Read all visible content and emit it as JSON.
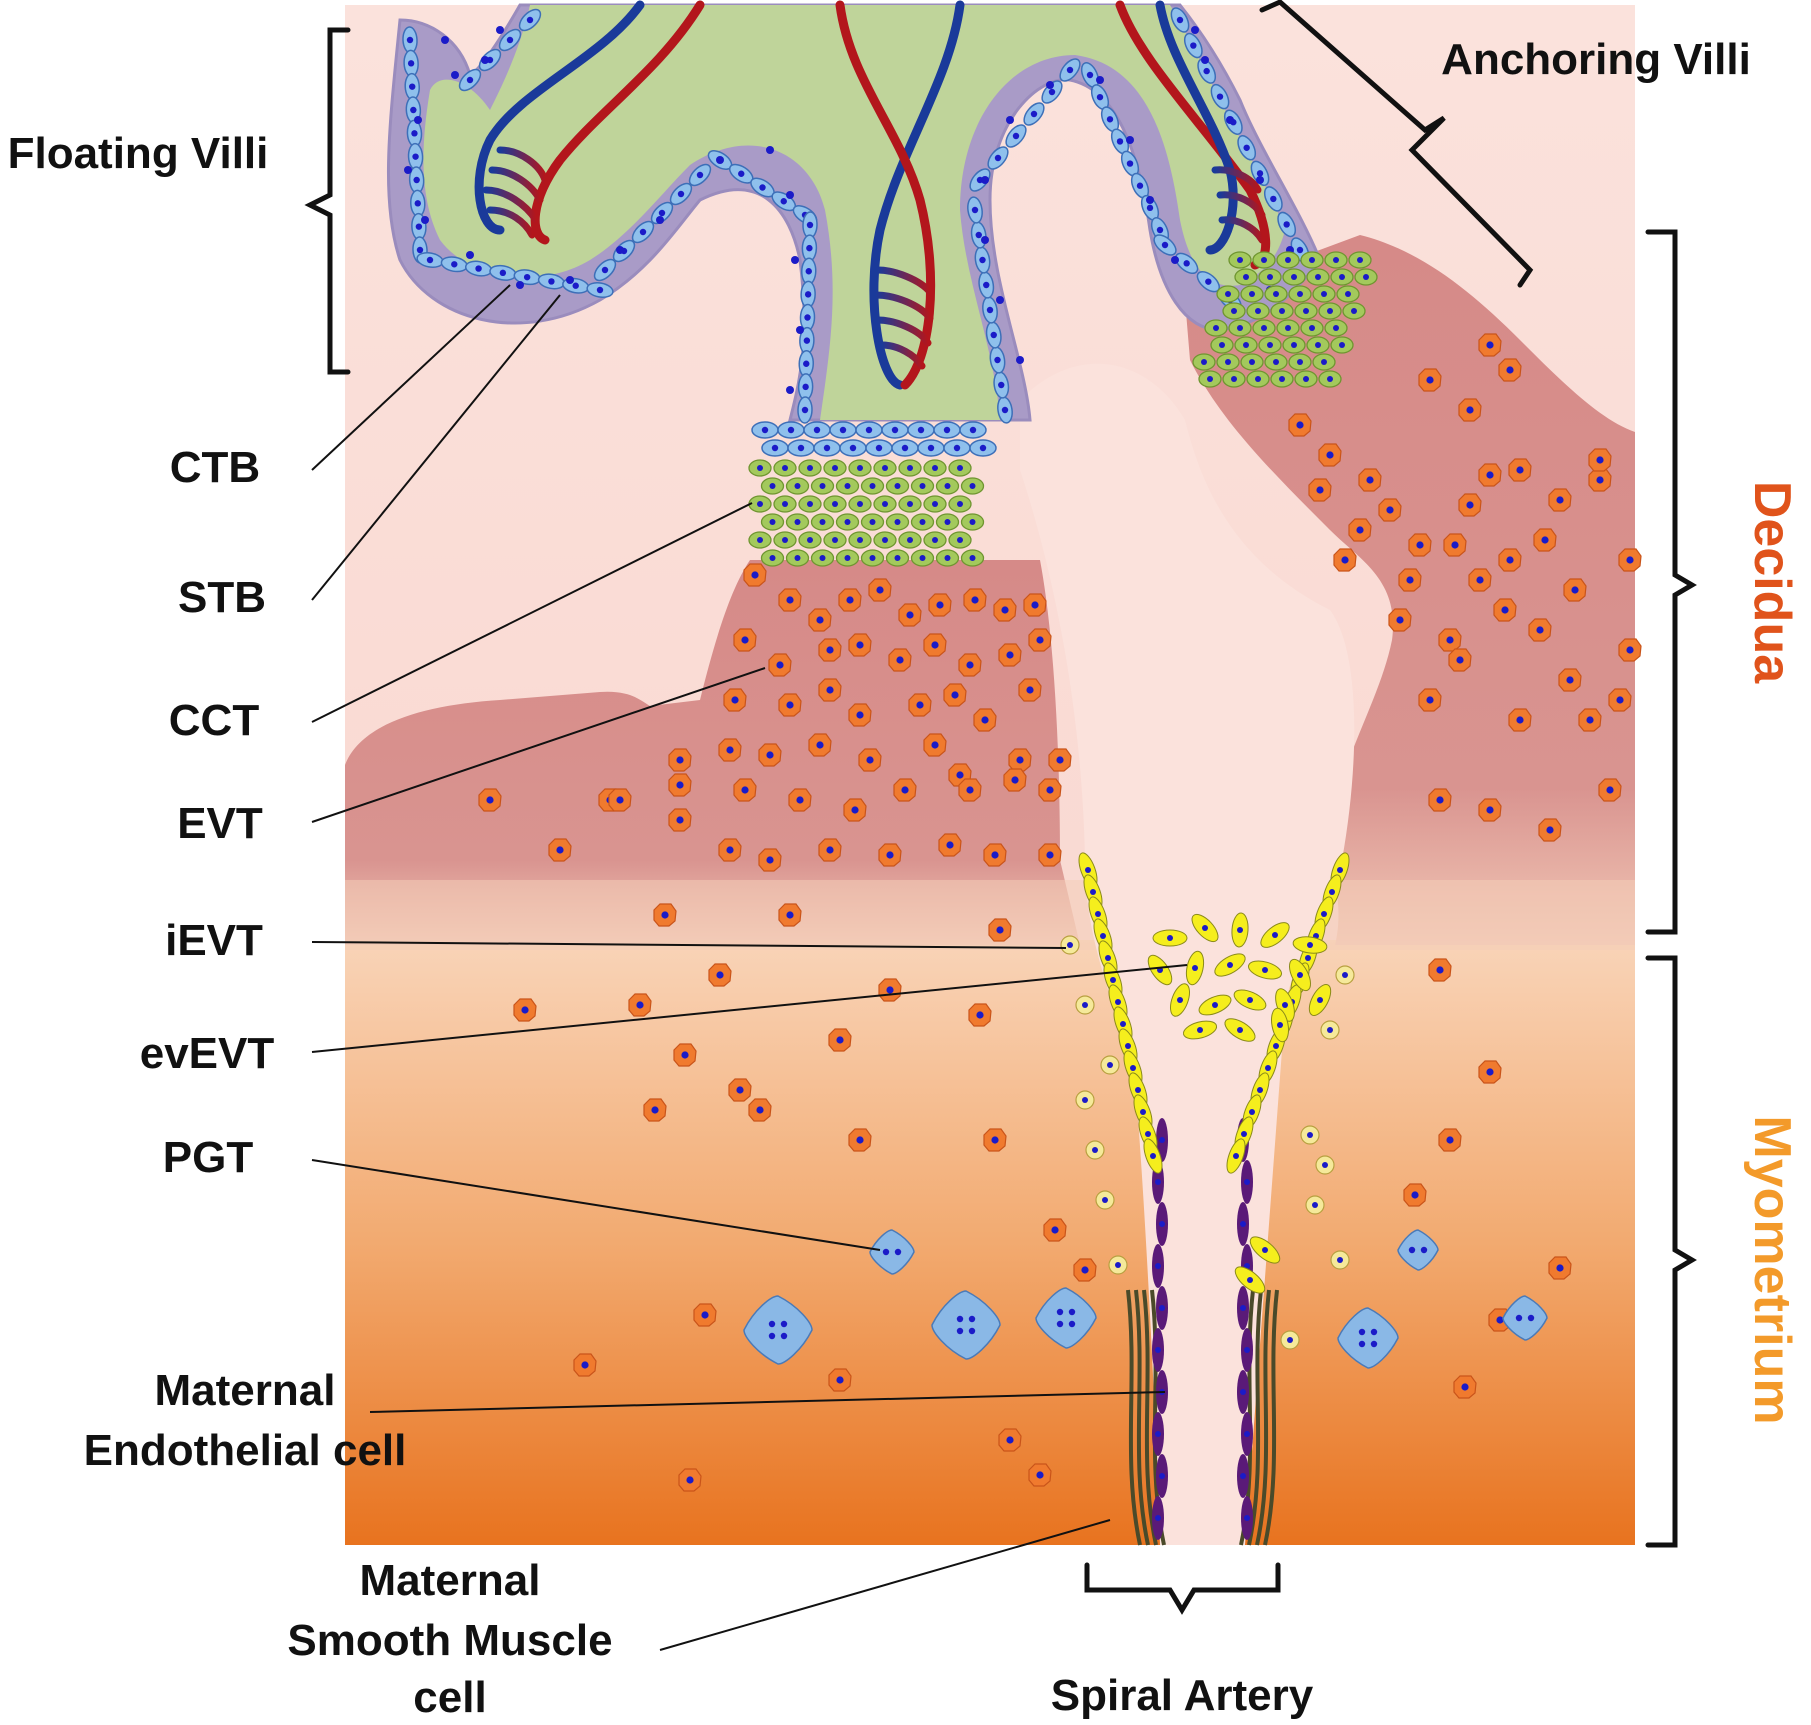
{
  "labels": {
    "floating_villi": "Floating Villi",
    "anchoring_villi": "Anchoring Villi",
    "ctb": "CTB",
    "stb": "STB",
    "cct": "CCT",
    "evt": "EVT",
    "ievt": "iEVT",
    "evevt": "evEVT",
    "pgt": "PGT",
    "maternal_endothelial_line1": "Maternal",
    "maternal_endothelial_line2": "Endothelial cell",
    "maternal_smooth_line1": "Maternal",
    "maternal_smooth_line2": "Smooth Muscle",
    "maternal_smooth_line3": "cell",
    "spiral_artery": "Spiral Artery",
    "decidua": "Decidua",
    "myometrium": "Myometrium"
  },
  "colors": {
    "background_region": "#fbe0da",
    "decidua_tissue": "#d89190",
    "myometrium_top": "#f9d3b5",
    "myometrium_bottom": "#ea7a2a",
    "villus_core": "#bfd49a",
    "syncytium": "#a99bc7",
    "ctb_cell": "#8fc0ec",
    "cct_cell": "#a3c95c",
    "evt_cell": "#f07a2e",
    "nucleus": "#1b1bc8",
    "vessel_blue": "#1a3a9a",
    "vessel_red": "#b3161c",
    "endovascular_evt": "#f5ee1d",
    "endothelial": "#5a1a78",
    "smooth_muscle": "#4a4a2a",
    "pgt_cell": "#8ab8e6",
    "decidua_label": "#e0531b",
    "myometrium_label": "#f39a2a"
  }
}
